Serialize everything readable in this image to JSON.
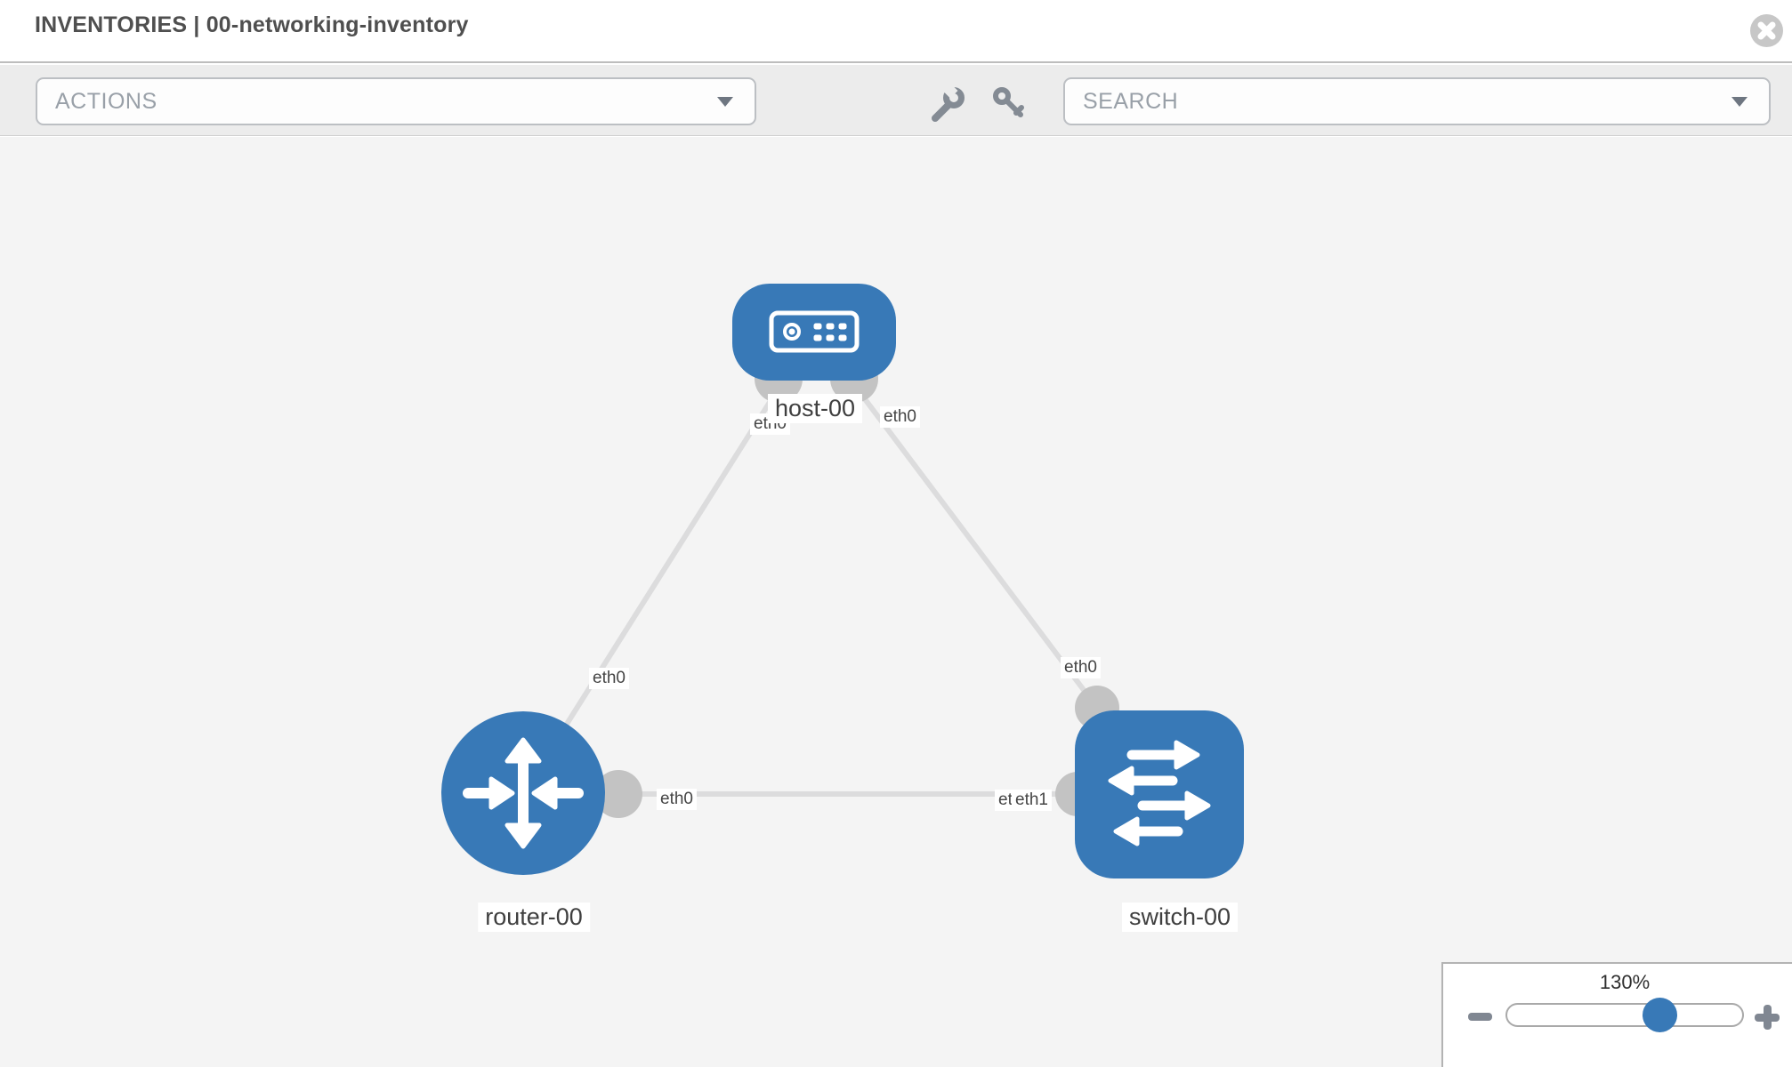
{
  "header": {
    "title": "INVENTORIES | 00-networking-inventory",
    "close_icon": "close-icon"
  },
  "toolbar": {
    "actions": {
      "placeholder": "ACTIONS"
    },
    "search": {
      "placeholder": "SEARCH"
    },
    "tools": [
      {
        "icon": "wrench-icon"
      },
      {
        "icon": "key-icon"
      }
    ]
  },
  "topology": {
    "nodes": [
      {
        "label": "host-00",
        "type": "host",
        "icon": "host-icon"
      },
      {
        "label": "router-00",
        "type": "router",
        "icon": "router-icon"
      },
      {
        "label": "switch-00",
        "type": "switch",
        "icon": "switch-icon"
      }
    ],
    "links": [
      {
        "from": "host-00",
        "from_interface": "eth0",
        "to": "router-00",
        "to_interface": "eth0"
      },
      {
        "from": "host-00",
        "from_interface": "eth0",
        "to": "switch-00",
        "to_interface": "eth0"
      },
      {
        "from": "router-00",
        "from_interface": "eth0",
        "to": "switch-00",
        "to_interface": "eth1"
      }
    ],
    "interface_badges": [
      {
        "text": "eth0"
      },
      {
        "text": "eth0"
      },
      {
        "text": "eth0"
      },
      {
        "text": "eth0"
      },
      {
        "text": "eth0"
      },
      {
        "text": "eth0"
      },
      {
        "text": "eth1"
      }
    ]
  },
  "zoom_control": {
    "level": "130%",
    "icons": [
      "zoom-out-icon",
      "zoom-in-icon"
    ]
  },
  "colors": {
    "node_fill": "#3879b7",
    "link": "#dcdcdd",
    "interface_dot": "#c3c3c3",
    "canvas_bg": "#f4f4f4",
    "toolbar_bg": "#ececec",
    "accent": "#3879b7"
  }
}
